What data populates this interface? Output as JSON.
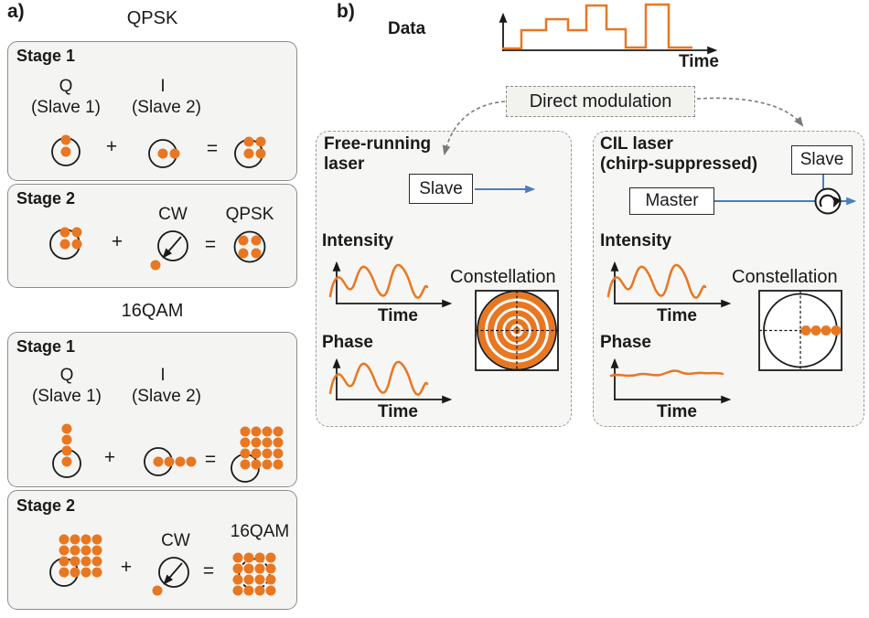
{
  "colors": {
    "orange": "#E87722",
    "blue": "#4A7EBB",
    "panel_fill": "#F4F4F2",
    "box_border": "#8D8D8D",
    "dashed_gray": "#9A9A9A"
  },
  "panel_a": {
    "label": "a)",
    "plus": "+",
    "equals": "=",
    "qpsk": {
      "title": "QPSK",
      "stage1": "Stage 1",
      "stage2": "Stage 2",
      "q": "Q",
      "q_sub": "(Slave 1)",
      "i": "I",
      "i_sub": "(Slave 2)",
      "cw": "CW",
      "result": "QPSK"
    },
    "qam16": {
      "title": "16QAM",
      "stage1": "Stage 1",
      "stage2": "Stage 2",
      "q": "Q",
      "q_sub": "(Slave 1)",
      "i": "I",
      "i_sub": "(Slave 2)",
      "cw": "CW",
      "result": "16QAM"
    }
  },
  "panel_b": {
    "label": "b)",
    "data_plot": {
      "ylabel": "Data",
      "xlabel": "Time"
    },
    "direct_modulation": "Direct modulation",
    "free_running": {
      "title_line1": "Free-running",
      "title_line2": "laser",
      "slave": "Slave",
      "intensity": "Intensity",
      "intensity_xlabel": "Time",
      "constellation": "Constellation",
      "phase": "Phase",
      "phase_xlabel": "Time"
    },
    "cil": {
      "title_line1": "CIL laser",
      "title_line2": "(chirp-suppressed)",
      "master": "Master",
      "slave": "Slave",
      "intensity": "Intensity",
      "intensity_xlabel": "Time",
      "constellation": "Constellation",
      "phase": "Phase",
      "phase_xlabel": "Time"
    }
  }
}
